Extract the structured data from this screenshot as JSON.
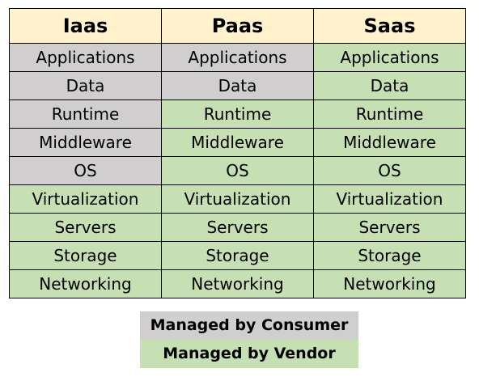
{
  "colors": {
    "consumer": "#d0cece",
    "vendor": "#c6e0b4",
    "header": "#fff2cc"
  },
  "columns": [
    {
      "title": "Iaas",
      "rows": [
        {
          "label": "Applications",
          "managed_by": "consumer"
        },
        {
          "label": "Data",
          "managed_by": "consumer"
        },
        {
          "label": "Runtime",
          "managed_by": "consumer"
        },
        {
          "label": "Middleware",
          "managed_by": "consumer"
        },
        {
          "label": "OS",
          "managed_by": "consumer"
        },
        {
          "label": "Virtualization",
          "managed_by": "vendor"
        },
        {
          "label": "Servers",
          "managed_by": "vendor"
        },
        {
          "label": "Storage",
          "managed_by": "vendor"
        },
        {
          "label": "Networking",
          "managed_by": "vendor"
        }
      ]
    },
    {
      "title": "Paas",
      "rows": [
        {
          "label": "Applications",
          "managed_by": "consumer"
        },
        {
          "label": "Data",
          "managed_by": "consumer"
        },
        {
          "label": "Runtime",
          "managed_by": "vendor"
        },
        {
          "label": "Middleware",
          "managed_by": "vendor"
        },
        {
          "label": "OS",
          "managed_by": "vendor"
        },
        {
          "label": "Virtualization",
          "managed_by": "vendor"
        },
        {
          "label": "Servers",
          "managed_by": "vendor"
        },
        {
          "label": "Storage",
          "managed_by": "vendor"
        },
        {
          "label": "Networking",
          "managed_by": "vendor"
        }
      ]
    },
    {
      "title": "Saas",
      "rows": [
        {
          "label": "Applications",
          "managed_by": "vendor"
        },
        {
          "label": "Data",
          "managed_by": "vendor"
        },
        {
          "label": "Runtime",
          "managed_by": "vendor"
        },
        {
          "label": "Middleware",
          "managed_by": "vendor"
        },
        {
          "label": "OS",
          "managed_by": "vendor"
        },
        {
          "label": "Virtualization",
          "managed_by": "vendor"
        },
        {
          "label": "Servers",
          "managed_by": "vendor"
        },
        {
          "label": "Storage",
          "managed_by": "vendor"
        },
        {
          "label": "Networking",
          "managed_by": "vendor"
        }
      ]
    }
  ],
  "legend": {
    "consumer_label": "Managed by Consumer",
    "vendor_label": "Managed by Vendor"
  }
}
